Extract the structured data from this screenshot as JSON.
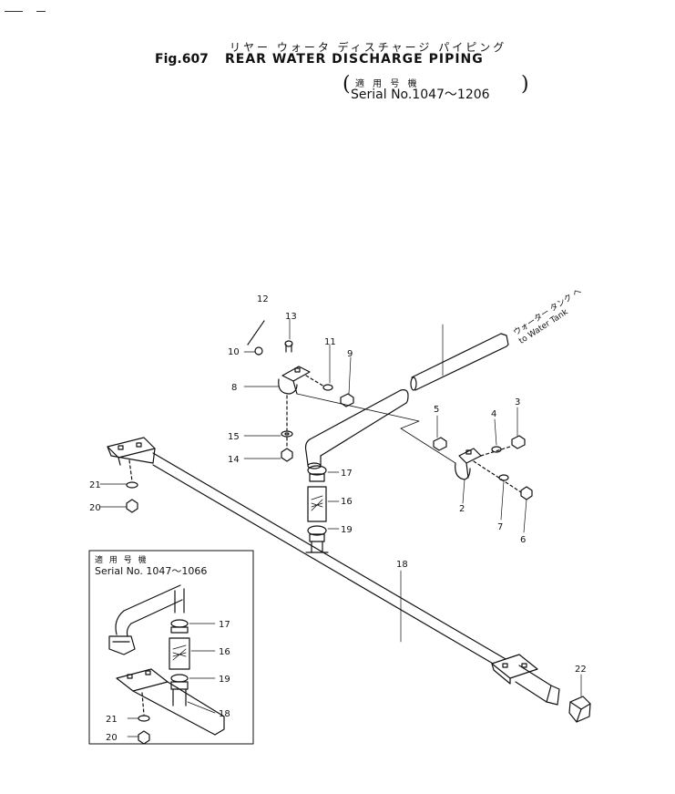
{
  "header": {
    "jp_title": "リヤー ウォータ ディスチャージ パイピング",
    "fig_no": "Fig.607",
    "title": "REAR WATER DISCHARGE PIPING",
    "jp_applicable": "適 用 号 機",
    "serial": "Serial No.1047～1206"
  },
  "inset": {
    "jp_applicable": "適 用 号 機",
    "serial": "Serial No. 1047～1066"
  },
  "tank_note": {
    "jp": "ウォーター タンク へ",
    "en": "to Water Tank"
  },
  "callouts": {
    "c1": "12",
    "c2": "13",
    "c3": "11",
    "c4": "9",
    "c5": "10",
    "c6": "8",
    "c7": "15",
    "c8": "14",
    "c9": "5",
    "c10": "4",
    "c11": "3",
    "c12": "2",
    "c13": "7",
    "c14": "6",
    "c15": "17",
    "c16": "16",
    "c17": "19",
    "c18": "21",
    "c19": "20",
    "c20": "18",
    "c21": "22",
    "i1": "17",
    "i2": "16",
    "i3": "19",
    "i4": "18",
    "i5": "21",
    "i6": "20"
  }
}
